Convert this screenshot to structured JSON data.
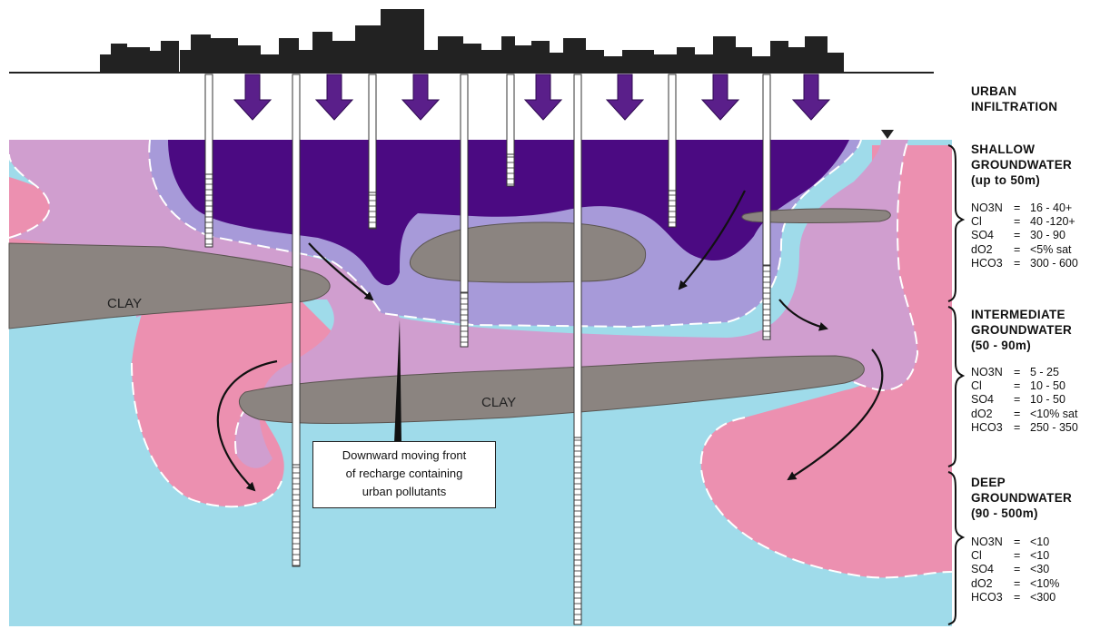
{
  "labels": {
    "urban_infiltration": [
      "URBAN",
      "INFILTRATION"
    ],
    "clay_upper": "CLAY",
    "clay_lower": "CLAY",
    "callout": [
      "Downward moving front",
      "of recharge containing",
      "urban pollutants"
    ]
  },
  "zones": {
    "shallow": {
      "title": [
        "SHALLOW",
        "GROUNDWATER",
        "(up to 50m)"
      ],
      "params": [
        {
          "name": "NO3N",
          "value": "16 - 40+"
        },
        {
          "name": "Cl",
          "value": "40 -120+"
        },
        {
          "name": "SO4",
          "value": "30 - 90"
        },
        {
          "name": "dO2",
          "value": "<5% sat"
        },
        {
          "name": "HCO3",
          "value": "300 - 600"
        }
      ]
    },
    "intermediate": {
      "title": [
        "INTERMEDIATE",
        "GROUNDWATER",
        "(50 - 90m)"
      ],
      "params": [
        {
          "name": "NO3N",
          "value": "5 - 25"
        },
        {
          "name": "Cl",
          "value": "10 - 50"
        },
        {
          "name": "SO4",
          "value": "10 - 50"
        },
        {
          "name": "dO2",
          "value": "<10% sat"
        },
        {
          "name": "HCO3",
          "value": "250 - 350"
        }
      ]
    },
    "deep": {
      "title": [
        "DEEP",
        "GROUNDWATER",
        "(90 - 500m)"
      ],
      "params": [
        {
          "name": "NO3N",
          "value": "<10"
        },
        {
          "name": "Cl",
          "value": "<10"
        },
        {
          "name": "SO4",
          "value": "<30"
        },
        {
          "name": "dO2",
          "value": "<10%"
        },
        {
          "name": "HCO3",
          "value": "<300"
        }
      ]
    }
  },
  "colors": {
    "deep_water": "#9fdbea",
    "intermediate_pink": "#ec90b0",
    "mauve": "#d09ecf",
    "lavender": "#a79ad9",
    "shallow_purple": "#4b0a82",
    "clay": "#8b8480",
    "arrow": "#5a1f8a"
  }
}
